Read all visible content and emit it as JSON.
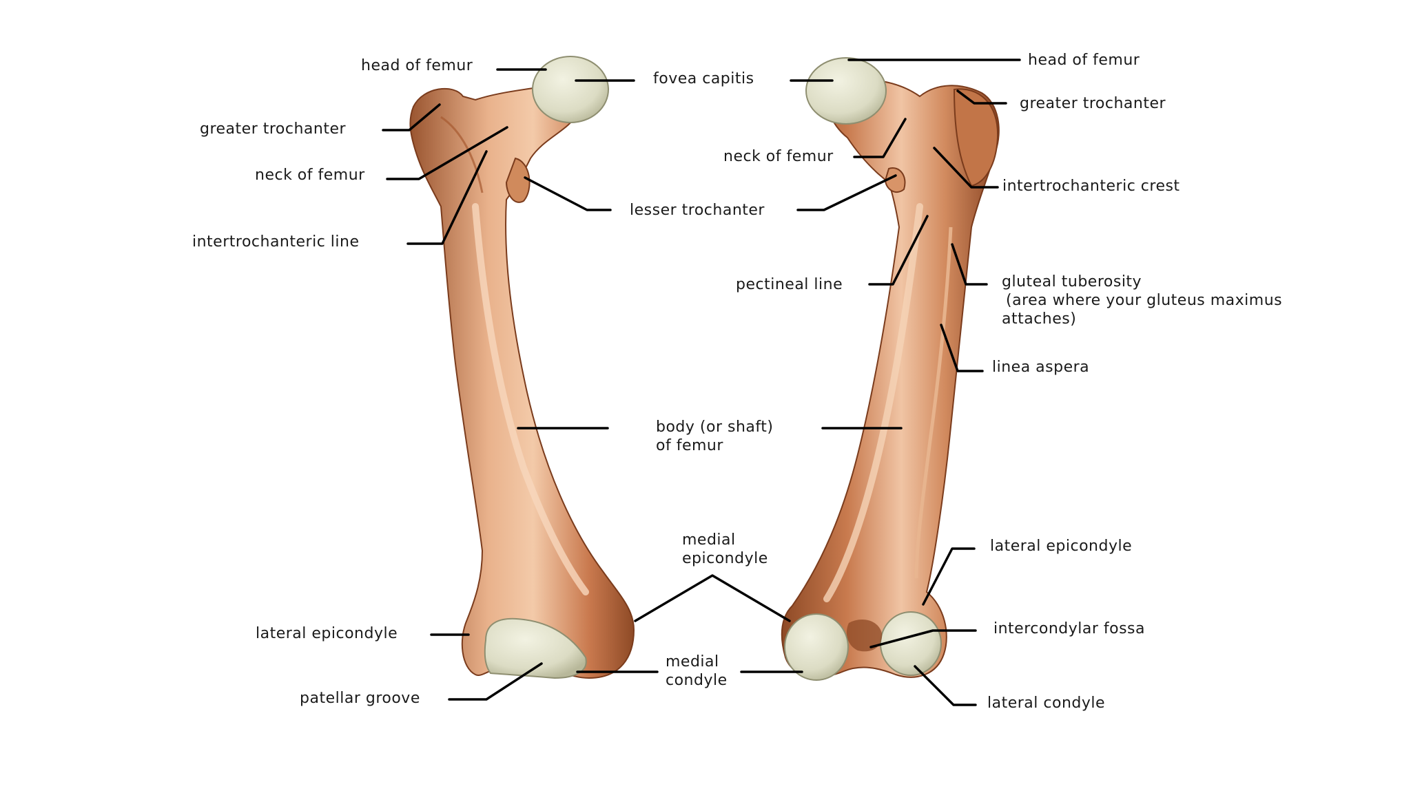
{
  "colors": {
    "bone_light": "#f0c4a4",
    "bone_mid": "#c87a4e",
    "bone_dark": "#8e4a26",
    "cartilage": "#dfe0cb",
    "leader": "#000000",
    "background": "#ffffff"
  },
  "labels": {
    "anterior_head_of_femur": "head of femur",
    "fovea_capitis": "fovea capitis",
    "posterior_head_of_femur": "head of femur",
    "anterior_greater_trochanter": "greater trochanter",
    "posterior_greater_trochanter": "greater trochanter",
    "anterior_neck_of_femur": "neck of femur",
    "posterior_neck_of_femur": "neck of femur",
    "lesser_trochanter": "lesser trochanter",
    "intertrochanteric_crest": "intertrochanteric crest",
    "intertrochanteric_line": "intertrochanteric line",
    "pectineal_line": "pectineal line",
    "gluteal_tuberosity_line1": "gluteal tuberosity",
    "gluteal_tuberosity_line2": "(area where your gluteus maximus",
    "gluteal_tuberosity_line3": "attaches)",
    "linea_aspera": "linea aspera",
    "body_line1": "body (or shaft)",
    "body_line2": "of femur",
    "medial_epicondyle_line1": "medial",
    "medial_epicondyle_line2": "epicondyle",
    "anterior_lateral_epicondyle": "lateral epicondyle",
    "posterior_lateral_epicondyle": "lateral epicondyle",
    "intercondylar_fossa": "intercondylar fossa",
    "medial_condyle_line1": "medial",
    "medial_condyle_line2": "condyle",
    "patellar_groove": "patellar groove",
    "lateral_condyle": "lateral condyle"
  }
}
